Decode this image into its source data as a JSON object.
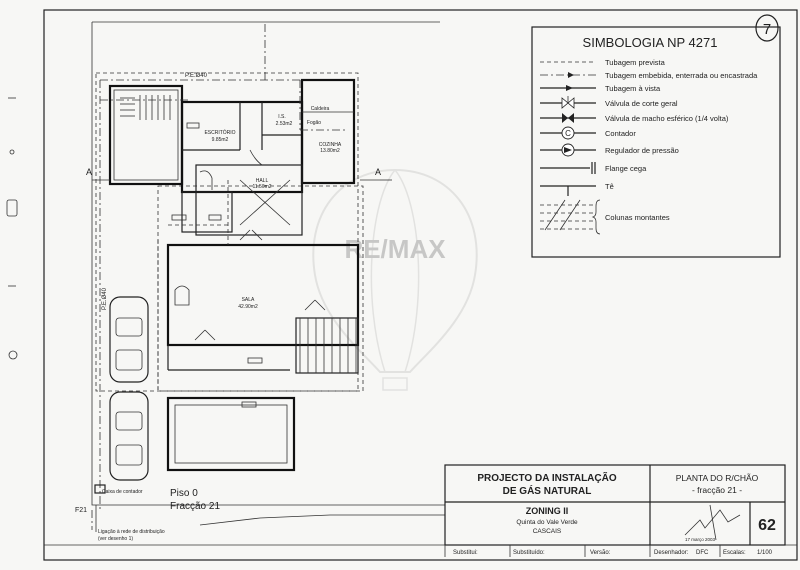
{
  "legend": {
    "title": "SIMBOLOGIA NP 4271",
    "sheet_mark": "7",
    "items": [
      "Tubagem prevista",
      "Tubagem embebida, enterrada ou encastrada",
      "Tubagem à vista",
      "Válvula de corte geral",
      "Válvula de macho esférico (1/4 volta)",
      "Contador",
      "Regulador de pressão",
      "Flange cega",
      "Tê",
      "Colunas montantes"
    ],
    "contador_symbol": "C"
  },
  "plan": {
    "rooms": {
      "escritorio": "ESCRITÓRIO",
      "escritorio_area": "9.85m2",
      "is": "I.S.",
      "is_area": "2.53m2",
      "caldeira": "Caldeira",
      "fogao": "Fogão",
      "cozinha": "COZINHA",
      "cozinha_area": "13.80m2",
      "hall": "HALL",
      "hall_area": "11.50m2",
      "sala": "SALA",
      "sala_area": "42.90m2"
    },
    "pe_label": "P.E.Ø40",
    "section_a": "A",
    "f21": "F21",
    "caixa": "Caixa de contador",
    "ligacao_1": "Ligação à rede de distribuição",
    "ligacao_2": "(ver desenho 1)",
    "level": "Piso 0",
    "fraccao": "Fracção 21",
    "watermark": "RE/MAX"
  },
  "title_block": {
    "project_1": "PROJECTO DA INSTALAÇÃO",
    "project_2": "DE GÁS NATURAL",
    "plan_1": "PLANTA DO R/CHÃO",
    "plan_2": "- fracção 21 -",
    "zoning": "ZONING II",
    "location": "Quinta do Vale Verde",
    "city": "CASCAIS",
    "date": "17 março 2003",
    "sheet_no": "62",
    "f_substitui": "Substitui:",
    "f_substituido": "Substituído:",
    "f_versao": "Versão:",
    "f_desenhador": "Desenhador:",
    "desenhador": "DFC",
    "f_escalas": "Escalas:",
    "escala": "1/100"
  }
}
